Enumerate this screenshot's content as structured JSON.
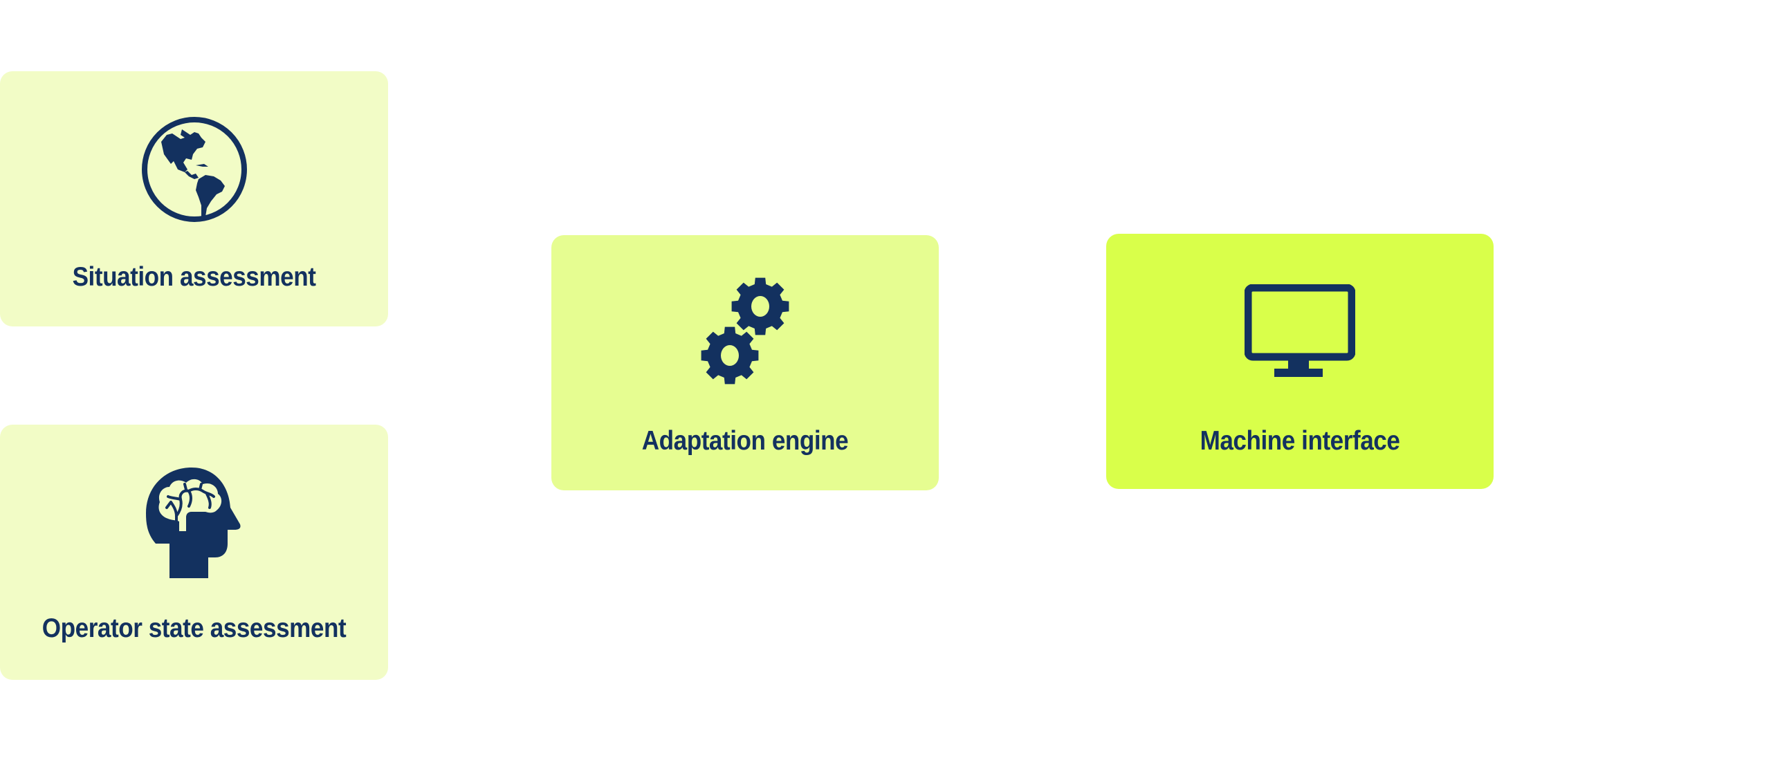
{
  "diagram": {
    "colors": {
      "ink": "#13315f",
      "input_card": "#f2fcc6",
      "engine_card": "#e6fd91",
      "interface_card": "#d9ff4a",
      "background": "#ffffff"
    },
    "nodes": [
      {
        "id": "situation",
        "label": "Situation assessment",
        "icon": "globe-icon"
      },
      {
        "id": "operator",
        "label": "Operator state assessment",
        "icon": "head-brain-icon"
      },
      {
        "id": "adaptation",
        "label": "Adaptation engine",
        "icon": "gears-icon"
      },
      {
        "id": "machine",
        "label": "Machine interface",
        "icon": "monitor-icon"
      }
    ]
  }
}
